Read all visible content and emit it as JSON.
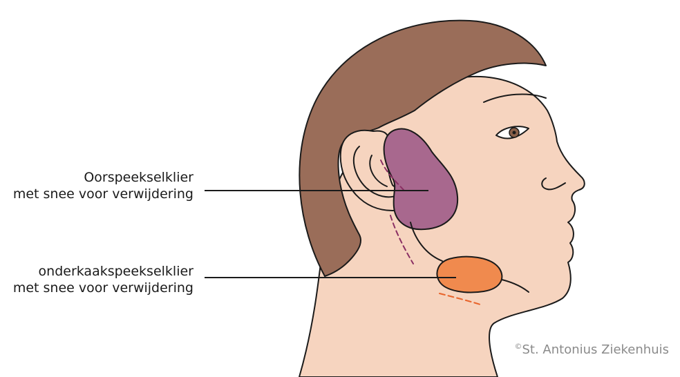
{
  "labels": {
    "parotid": {
      "line1": "Oorspeekselklier",
      "line2": "met snee voor verwijdering"
    },
    "submandibular": {
      "line1": "onderkaakspeekselklier",
      "line2": "met snee voor verwijdering"
    }
  },
  "copyright": {
    "symbol": "©",
    "text": "St. Antonius Ziekenhuis"
  },
  "colors": {
    "skin": "#f6d4bf",
    "hair": "#9a6d59",
    "parotid_gland": "#a8688e",
    "submandibular_gland": "#f08a4e",
    "parotid_incision": "#8a2f63",
    "submandibular_incision": "#e8632a",
    "outline": "#1a1a1a",
    "leader_line": "#1a1a1a",
    "copyright_text": "#8a8a8a"
  }
}
